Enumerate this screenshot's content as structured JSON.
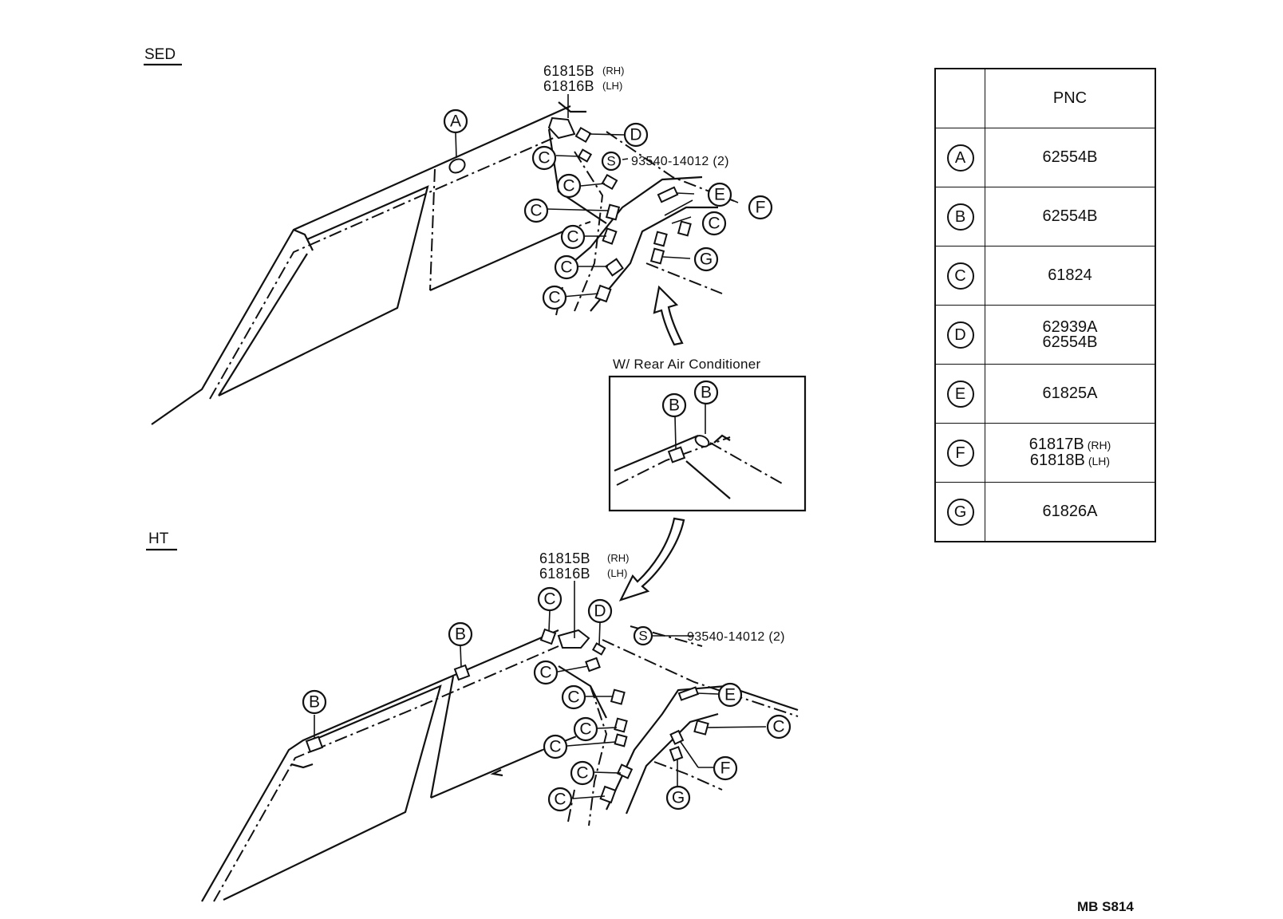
{
  "sections": {
    "sed_label": "SED",
    "ht_label": "HT"
  },
  "inset": {
    "title": "W/ Rear Air Conditioner"
  },
  "part_labels": {
    "sed_rh": "61815B",
    "sed_rh_suffix": "(RH)",
    "sed_lh": "61816B",
    "sed_lh_suffix": "(LH)",
    "sed_screw": "93540-14012 (2)",
    "ht_rh": "61815B",
    "ht_rh_suffix": "(RH)",
    "ht_lh": "61816B",
    "ht_lh_suffix": "(LH)",
    "ht_screw": "93540-14012 (2)"
  },
  "callouts": {
    "A": "A",
    "B": "B",
    "C": "C",
    "D": "D",
    "E": "E",
    "F": "F",
    "G": "G",
    "S": "S"
  },
  "table": {
    "header": "PNC",
    "rows": [
      {
        "key": "A",
        "pnc": [
          "62554B"
        ]
      },
      {
        "key": "B",
        "pnc": [
          "62554B"
        ]
      },
      {
        "key": "C",
        "pnc": [
          "61824"
        ]
      },
      {
        "key": "D",
        "pnc": [
          "62939A",
          "62554B"
        ]
      },
      {
        "key": "E",
        "pnc": [
          "61825A"
        ]
      },
      {
        "key": "F",
        "pnc": [
          "61817B",
          "61818B"
        ],
        "suffix": [
          "(RH)",
          "(LH)"
        ]
      },
      {
        "key": "G",
        "pnc": [
          "61826A"
        ]
      }
    ]
  },
  "footer": {
    "code": "MB  S814"
  }
}
